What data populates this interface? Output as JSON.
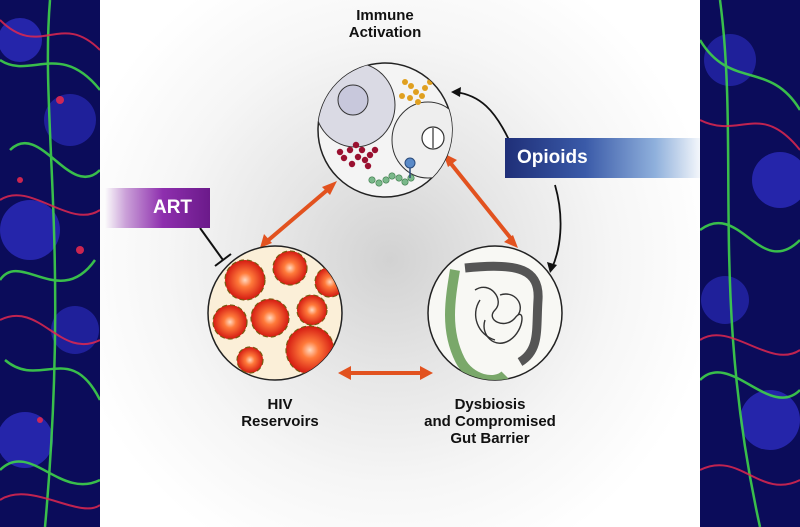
{
  "diagram": {
    "nodes": {
      "immune": {
        "label": "Immune\nActivation"
      },
      "hiv": {
        "label": "HIV\nReservoirs"
      },
      "dysbiosis": {
        "label": "Dysbiosis\nand Compromised\nGut Barrier"
      }
    },
    "factors": {
      "opioids": {
        "label": "Opioids"
      },
      "art": {
        "label": "ART"
      }
    },
    "colors": {
      "cycle_arrow": "#e2521f",
      "opioids_blue": "#233a8c",
      "art_purple": "#7b2396",
      "reservoir_cell": "#e83a1a",
      "gut_green": "#c4dca6"
    }
  }
}
